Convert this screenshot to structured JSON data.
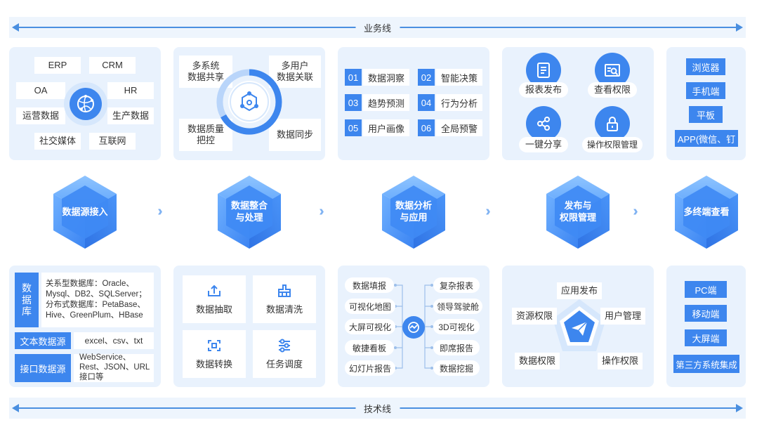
{
  "bands": {
    "business": "业务线",
    "tech": "技术线"
  },
  "stages": [
    {
      "label": "数据源接入"
    },
    {
      "label": "数据整合\n与处理"
    },
    {
      "label": "数据分析\n与应用"
    },
    {
      "label": "发布与\n权限管理"
    },
    {
      "label": "多终端查看"
    }
  ],
  "top_source": {
    "items": [
      "ERP",
      "CRM",
      "OA",
      "HR",
      "运营数据",
      "生产数据",
      "社交媒体",
      "互联网"
    ],
    "center_icon": "globe-network-icon"
  },
  "top_integration": {
    "items": [
      "多系统\n数据共享",
      "多用户\n数据关联",
      "数据质量\n把控",
      "数据同步"
    ],
    "center_icon": "hexagon-molecule-icon"
  },
  "top_analysis": {
    "items": [
      {
        "num": "01",
        "label": "数据洞察"
      },
      {
        "num": "02",
        "label": "智能决策"
      },
      {
        "num": "03",
        "label": "趋势预测"
      },
      {
        "num": "04",
        "label": "行为分析"
      },
      {
        "num": "05",
        "label": "用户画像"
      },
      {
        "num": "06",
        "label": "全局预警"
      }
    ]
  },
  "top_publish": {
    "items": [
      {
        "label": "报表发布",
        "icon": "report-doc-icon"
      },
      {
        "label": "查看权限",
        "icon": "search-window-icon"
      },
      {
        "label": "一键分享",
        "icon": "share-icon"
      },
      {
        "label": "操作权限管理",
        "icon": "lock-icon"
      }
    ]
  },
  "top_terminals": {
    "items": [
      "浏览器",
      "手机端",
      "平板",
      "APP(微信、钉"
    ]
  },
  "bottom_source": {
    "rows": [
      {
        "tag": "数\n据\n库",
        "text": "关系型数据库：Oracle、\nMysql、DB2、SQLServer；\n分布式数据库：PetaBase、\nHive、GreenPlum、HBase"
      },
      {
        "tag": "文本数据源",
        "text": "excel、csv、txt"
      },
      {
        "tag": "接口数据源",
        "text": "WebService、\nRest、JSON、URL\n接口等"
      }
    ]
  },
  "bottom_integration": {
    "tiles": [
      {
        "label": "数据抽取",
        "icon": "upload-icon"
      },
      {
        "label": "数据清洗",
        "icon": "broom-icon"
      },
      {
        "label": "数据转换",
        "icon": "transform-icon"
      },
      {
        "label": "任务调度",
        "icon": "sliders-icon"
      }
    ]
  },
  "bottom_analysis": {
    "left": [
      "数据填报",
      "可视化地图",
      "大屏可视化",
      "敏捷看板",
      "幻灯片报告"
    ],
    "right": [
      "复杂报表",
      "领导驾驶舱",
      "3D可视化",
      "即席报告",
      "数据挖掘"
    ],
    "center_icon": "chart-analytics-icon"
  },
  "bottom_publish": {
    "items": [
      "应用发布",
      "资源权限",
      "用户管理",
      "数据权限",
      "操作权限"
    ],
    "center_icon": "paper-plane-icon"
  },
  "bottom_terminals": {
    "items": [
      "PC端",
      "移动端",
      "大屏端",
      "第三方系统集成"
    ]
  },
  "colors": {
    "accent": "#3d86ee",
    "panel": "#e9f2fd",
    "band": "#eef5fd",
    "line": "#4a8fe0"
  }
}
